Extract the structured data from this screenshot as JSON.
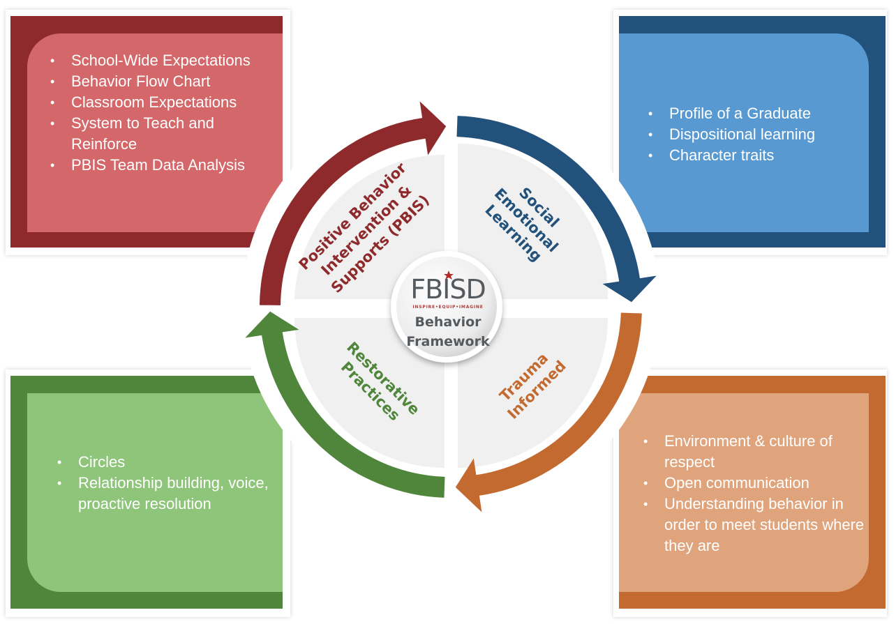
{
  "center": {
    "logo_text": "FBISD",
    "logo_tagline": "INSPIRE•EQUIP•IMAGINE",
    "title_line1": "Behavior",
    "title_line2": "Framework"
  },
  "quadrants": [
    {
      "id": "pbis",
      "lines": [
        "Positive Behavior",
        "Intervention &",
        "Supports (PBIS)"
      ],
      "color": "#8e2a2b"
    },
    {
      "id": "sel",
      "lines": [
        "Social",
        "Emotional",
        "Learning"
      ],
      "color": "#22527b"
    },
    {
      "id": "trauma",
      "lines": [
        "Trauma",
        "Informed"
      ],
      "color": "#c36a31"
    },
    {
      "id": "restorative",
      "lines": [
        "Restorative",
        "Practices"
      ],
      "color": "#4f863c"
    }
  ],
  "cards": {
    "pbis": {
      "items": [
        "School-Wide Expectations",
        "Behavior Flow Chart",
        "Classroom Expectations",
        "System to Teach and Reinforce",
        "PBIS Team Data Analysis"
      ]
    },
    "sel": {
      "items": [
        "Profile of a Graduate",
        "Dispositional learning",
        "Character traits"
      ]
    },
    "restorative": {
      "items": [
        "Circles",
        "Relationship building, voice, proactive resolution"
      ]
    },
    "trauma": {
      "items": [
        "Environment & culture of respect",
        "Open communication",
        "Understanding behavior in order to meet students where they are"
      ]
    }
  },
  "colors": {
    "red_dark": "#8e2a2b",
    "red_light": "#d46769",
    "blue_dark": "#22527b",
    "blue_light": "#5899d1",
    "green_dark": "#4f863c",
    "green_light": "#8fc47b",
    "orange_dark": "#c36a31",
    "orange_light": "#e0a47d",
    "quadrant_fill": "#f0f0f0"
  }
}
